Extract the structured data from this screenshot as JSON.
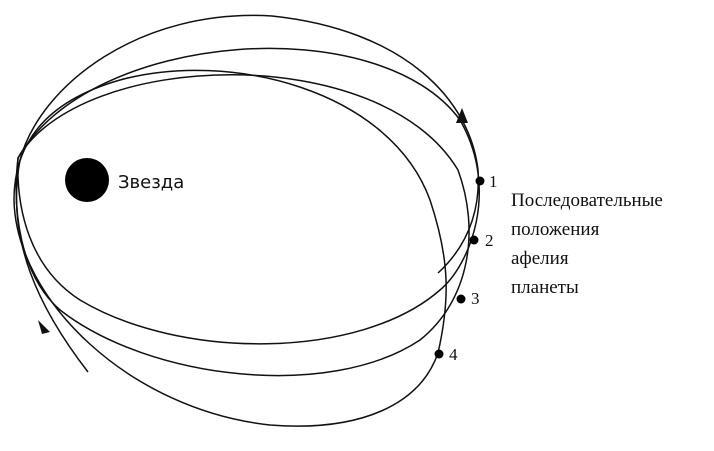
{
  "star": {
    "label": "Звезда"
  },
  "aphelion_points": [
    {
      "label": "1"
    },
    {
      "label": "2"
    },
    {
      "label": "3"
    },
    {
      "label": "4"
    }
  ],
  "caption": {
    "lines": [
      "Последовательные",
      "положения",
      "афелия",
      "планеты"
    ]
  },
  "colors": {
    "ink": "#111111",
    "background": "#ffffff"
  }
}
